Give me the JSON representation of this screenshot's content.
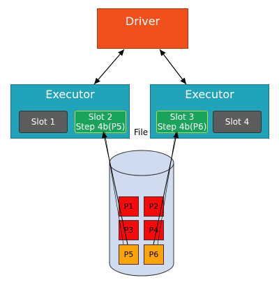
{
  "driver": {
    "label": "Driver"
  },
  "executors": [
    {
      "title": "Executor",
      "slots": [
        {
          "label": "Slot 1",
          "task": ""
        },
        {
          "label": "Slot 2",
          "task": "Step 4b(P5)"
        }
      ]
    },
    {
      "title": "Executor",
      "slots": [
        {
          "label": "Slot 3",
          "task": "Step 4b(P6)"
        },
        {
          "label": "Slot 4",
          "task": ""
        }
      ]
    }
  ],
  "file": {
    "label": "File"
  },
  "partitions": [
    "P1",
    "P2",
    "P3",
    "P4",
    "P5",
    "P6"
  ],
  "colors": {
    "driver": "#f0501a",
    "executor": "#21a3b9",
    "slot_idle": "#5c5c5c",
    "slot_busy": "#1aa35a",
    "slot_busy_border": "#b9dc3a",
    "partition_idle": "#f80a0a",
    "partition_active": "#fba408",
    "cylinder": "#cfdbef"
  }
}
